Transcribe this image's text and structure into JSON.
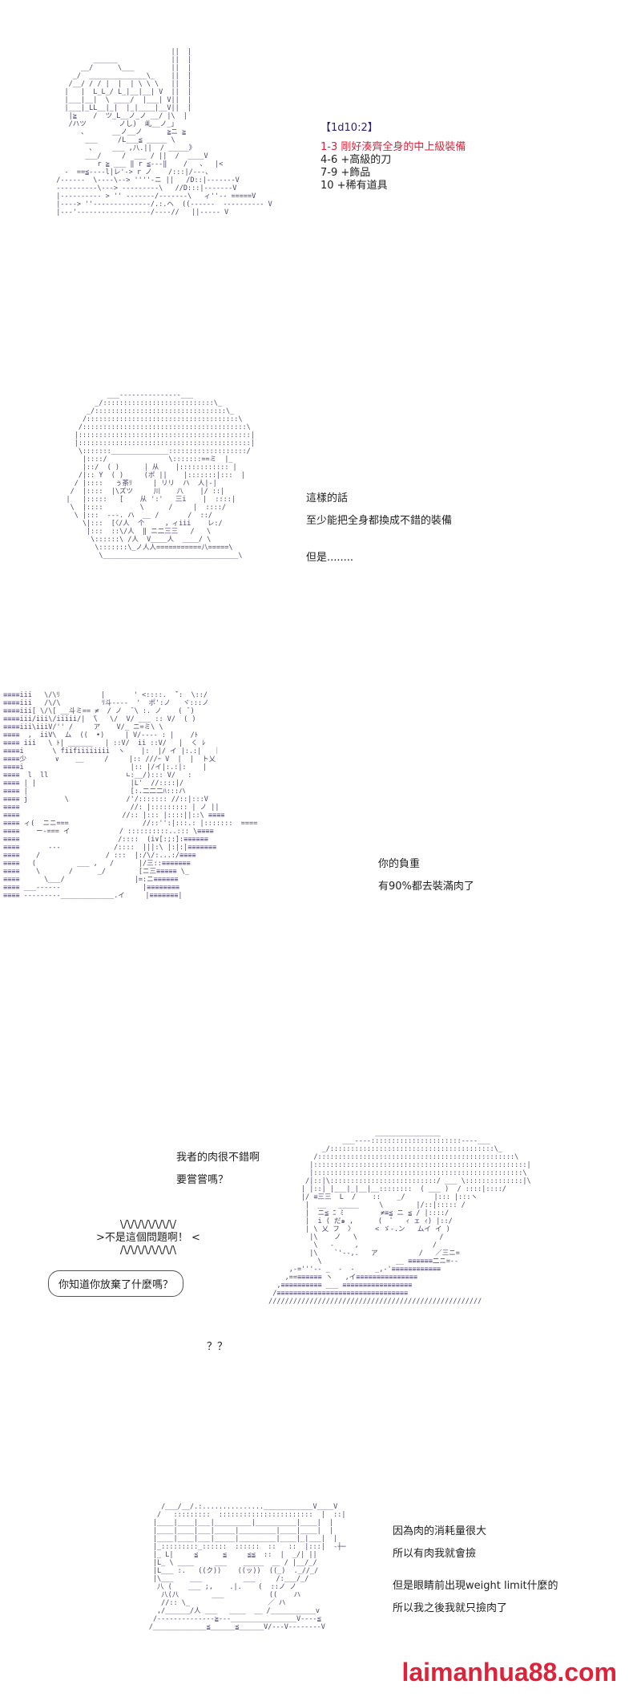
{
  "panels": [
    {
      "dice_header": "【1d10:2】",
      "results": [
        "1-3 剛好湊齊全身的中上級裝備",
        "4-6 +高級的刀",
        "7-9 +飾品",
        "10  +稀有道具"
      ],
      "art": "                              ||  |\n           ______             ||  |\n        __/      \\___         ||  |\n      _/  ______________\\_    ||  |\n     /__/ / / |  |  | \\ \\ \\   ||  |\n    |   |  L_L_/ L_|__|__| V  ||  |\n    |___|__|  \\ ____/  |___| V||  |\n    |___|_LL__|_|  |_|____|__V||  |\n     |≧    /  ツ_L__ノ_ノ __/ |\\  |\n     /ハツ        ノし)  乢__ノ_」\n        、      __ノ__ノ      ≧ニ ≧\n         ___     /L___≦ _____ \\\n          、    ___ ,八.||  / _____》\n         ___/     /  ___ / ||  /  ____V\n            r ≧ ___ ‖ r ≦---‖    /   、  |<\n    -  ==≦----l|レ'-> r ノ    /:::|/---、\n  /------  \\----\\--> ''''-ニ ||   /D::|-------V\n  ----------\\---> ---------\\   //D:::|-------V\n  |---------- > '' -------/-------\\   ィ''-- =====V\n  |----> ''--------------/.:.ヘ  ((------  ---------- V\n  |---'------------------/----//   ||----- V"
    },
    {
      "lines": [
        "這樣的話",
        "至少能把全身都換成不錯的裝備",
        "但是........"
      ],
      "art": "              ___---------------___\n           _/:::::::::::::::::::::::::::\\_\n         _/::::::::::::::::::::::::::::::::\\_\n        /:::::::::::::::::::::::::::::::::::::\\\n       /::::::::::::::::::::::::::::::::::::::::\\\n      |::::::::::::::::::::::::::::::::::::::::::|\n      |::::::::::::::::::::::::::::::::::::::::::|\n       \\:::::::______________:::::::::::::::::::/\n        |::::/               \\:::::::==ミ  |_\n        |::/  ( )      | 从    |:::::::::::: |\n       /|:: Y  ( )     (ポ ||    |:::::::|:::  |\n      / |::::   ぅ茶ﾘ     | リリ  ハ  人|‐|\n     /  |::::  |\\ズツ     川    八    |/ ::|\n    |   |:::::   [    从 ':'   三i    |  ::::|\n     \\  |::::         \\      /     |  ::::/\n      \\ |:::  ---. ハ  __ /       /  ::/\n        \\|:::  [〈/人  个     ，ィiii    レ:/\n         |:::  ::\\/人  ‖ ニ二三三   /   \\\n          \\::::::\\ /人  V____人  ____/ \\\n           \\:::::::\\_ノ人人===========八=====\\\n            \\_________________________________\\"
    },
    {
      "lines": [
        "你的負重",
        "有90%都去裝滿肉了"
      ],
      "art": "≡≡≡≡iii   \\/\\ﾘ          |       ' <::::.  ̄`:  \\::/\n≡≡≡≡iii   /\\/\\          ﾘ斗----  '  ポ':ノ   ヾ:::ノ\n≡≡≡≡iii[ \\/\\[ __斗ミ== ≠  / ノ  ̄ \\ :. ノ    ( ̄ )\n≡≡≡≡iii/iii\\/iiiii/|  ̄\\   \\/  V/ ___ :: V/  ( )\n≡≡≡≡iii\\iiiV/'' /     ア    V/_ ニ=ミ\\ \\\n≡≡≡≡  ,  iiV\\  ム  ((  •)     | V/---- : |    /ﾄ\n≡≡≡≡ iii   \\ ﾄ| ______   | ::V/  ii ::V/   |  く ﾚ\n≡≡≡≡i       \\ fiifiiiiiiii  ヽ    |:  |/ イ |:.:|   ｜\n≡≡≡≡少       ∨    __     /     |:: ///ｰ V  |  |  ト乂\n≡≡≡≡i                          |:: |/イ|:.:|:    |\n≡≡≡≡  l  ll                   ∟:__/)::: V/   :\n≡≡≡≡ | |                       |L'  //::::|/\n≡≡≡≡ |                         [:.二二二ﾊ:::ハ\n≡≡≡≡ j         \\              /'/::::::: //::|:::V\n≡≡≡≡                           //: |::::::::: | ノ ||\n≡≡≡≡                         //:: |::: |::::||::\\ ≡≡≡≡\n≡≡≡≡ ィ(  ニニ===                  //::'':|:::.: |:::::::  ====\n≡≡≡≡    ー-=== イ            / ::::::::::..::: \\≡≡≡≡\n≡≡≡≡                        /::::  (i∨[:;:]:≡≡≡≡≡≡\n≡≡≡≡       ---             /::::  |||:\\ |:|:|≡≡≡≡≡≡≡\n≡≡≡≡    /                / :::  |:/\\/:...:/≡≡≡≡\n≡≡≡≡   (          ___ ,   /      |/三::≡≡≡≡≡≡≡\n≡≡≡≡    \\       /      _/        [ニ三≡≡≡≡≡ \\_\n≡≡≡≡      \\___/                 |=:ニ≡≡≡≡≡≡\n≡≡≡≡ ___------                    |≡≡≡≡≡≡≡≡\n≡≡≡≡ ---------_____________.イ     |≡≡≡≡≡≡≡|"
    },
    {
      "lines": [
        "我者的肉很不錯啊",
        "要嘗嘗嗎？"
      ],
      "spiky": "\\/\\/\\/\\/\\/\\/\\/\\/\n>不是這個問題啊！ <\n/\\/\\/\\/\\/\\/\\/\\/\\",
      "bubble": "你知道你放棄了什麼嗎？",
      "question": "？？",
      "art": "                           ________________\n                   ___----::::::::::::::::::::::----___\n              _/::::::::::::::::::::::::::::::::::::::::\\_\n            /::::::::::::::::::::::::::::::::::::::::::::::::\\\n           |::::::::::::::::::::::::::::::::::::::::::::::::::::|\n           |:::::::::::::::::::::::::::::::::::::::::::::::::::\\\n          /|::|\\::::::::::::::::::::::::::/ ___ \\::::::::::::::|\\\n         | |::| |___|_|__|__::::::::  ( ___ )  / ::::|::::/\n         |/ ≡三三  L  /    ::    _/       |::: |:::ヽ\n          |  __   _____     \\        |/::|::::: /\n          |  ニ≦ ﾆ ﾐ         ≠≡≦ ニ ≦ / |::::/\n          |  i ( だ๑ ,      (  ﾟ   ｨ ェ ｨ) |::/\n          | \\ 乂 フ  〉     < ゞ-.ン   ムイ イ )\n           |\\    ノ   \\                    /\n            \\   -     ,                  /\n           |\\    `'--,.   ア          /   ／三ニ=\n             \\                  __ ≡≡≡≡≡≡二ニ=--\n      ,-='''-- _  -  -     _,-'≡≡≡≡≡≡≡≡≡≡≡≡\n     ,==≡≡≡≡≡≡ ヽ   ,イ≡≡≡≡≡≡≡≡≡≡≡≡≡≡≡\n   ,≡≡≡≡≡≡≡≡≡≡ ___ ≡≡≡≡≡≡≡≡≡≡≡≡≡≡≡≡≡\n  /≡≡≡≡≡≡≡≡≡≡≡≡≡≡≡≡≡≡≡≡≡≡≡≡≡≡≡≡≡≡≡≡\n ////////////////////////////////////////////////////"
    },
    {
      "lines": [
        "因為肉的消耗量很大",
        "所以有肉我就會撿",
        "但是眼睛前出現weight limit什麼的",
        "所以我之後我就只撿肉了"
      ],
      "watermark": "laimanhua88.com",
      "art": "          /___/__/.:...............____________V____V\n         /   :::::::::  :::::::::::::::::::::::  |  ::|\n        |____|____|___|_________|__________|____|  |\n        |____|____|___|_____|_________|____|____|  |\n        |____|____|___|_____|_________|____|_|___|  |\n        |_:::::::::_::::::  ::::::  ::   ::  |:::|  ‐┼─\n        |_ L|     ≦      ≦     ≦≦  ::  |  _/| ||\n        |L_ \\ ____     ___    _____  __ / |__/_/\n        |L___ :.   ((ク))    ((ッ))  ((_)  ._//_/\n        |\\___    ___          ___     /:___/_/\n         八 (    ___ ;,    .|.    (  ::ノ ノ\n          八(八        ___           ((    ハ\n          //:: \\_                   ／ ハ\n         ,/______/人 ___   ____  __ /___________v\n        /--------------≧---________________V----≦\n       /_____________≦______≦______V/---V--------V"
    }
  ]
}
